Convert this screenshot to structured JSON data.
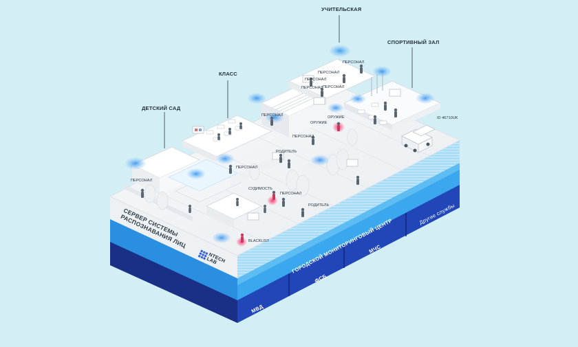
{
  "zones": {
    "teachers_room": "УЧИТЕЛЬСКАЯ",
    "gym": "СПОРТИВНЫЙ ЗАЛ",
    "classroom": "КЛАСС",
    "kindergarten": "ДЕТСКИЙ САД"
  },
  "tags": {
    "staff_1": "ПЕРСОНАЛ",
    "staff_2": "ПЕРСОНАЛ",
    "staff_3": "ПЕРСОНАЛ",
    "staff_4": "ПЕРСОНАЛ",
    "staff_5": "ПЕРСОНАЛ",
    "staff_6": "ПЕРСОНАЛ",
    "staff_7": "ПЕРСОНАЛ",
    "staff_8": "ПЕРСОНАЛ",
    "staff_9": "ПЕРСОНАЛ",
    "staff_10": "ПЕРСОНАЛ",
    "weapon_1": "ОРУЖИЕ",
    "weapon_2": "ОРУЖИЕ",
    "parent_1": "РОДИТЕЛЬ",
    "parent_2": "РОДИТЕЛЬ",
    "record": "СУДИМОСТЬ",
    "blacklist": "BLACKLIST",
    "vehicle_id": "ID 46710UK"
  },
  "server": {
    "line1": "СЕРВЕР СИСТЕМЫ",
    "line2": "РАСПОЗНАВАНИЯ ЛИЦ",
    "logo_line1": "NTECH",
    "logo_line2": "LAB"
  },
  "layers": {
    "city_center": "ГОРОДСКОЙ МОНИТОРИНГОВЫЙ ЦЕНТР",
    "other_services": "Другие службы",
    "mchs": "МЧС",
    "fsb": "ФСБ",
    "mvd": "МВД"
  },
  "colors": {
    "background": "#d3eef5",
    "platform_top": "#f4f6f8",
    "layer_light": "#4fb6ea",
    "layer_mid": "#1f7fd6",
    "layer_dark": "#1e3fa8",
    "camera_glow": "#2b8cf0",
    "alert": "#ff2d6e"
  }
}
